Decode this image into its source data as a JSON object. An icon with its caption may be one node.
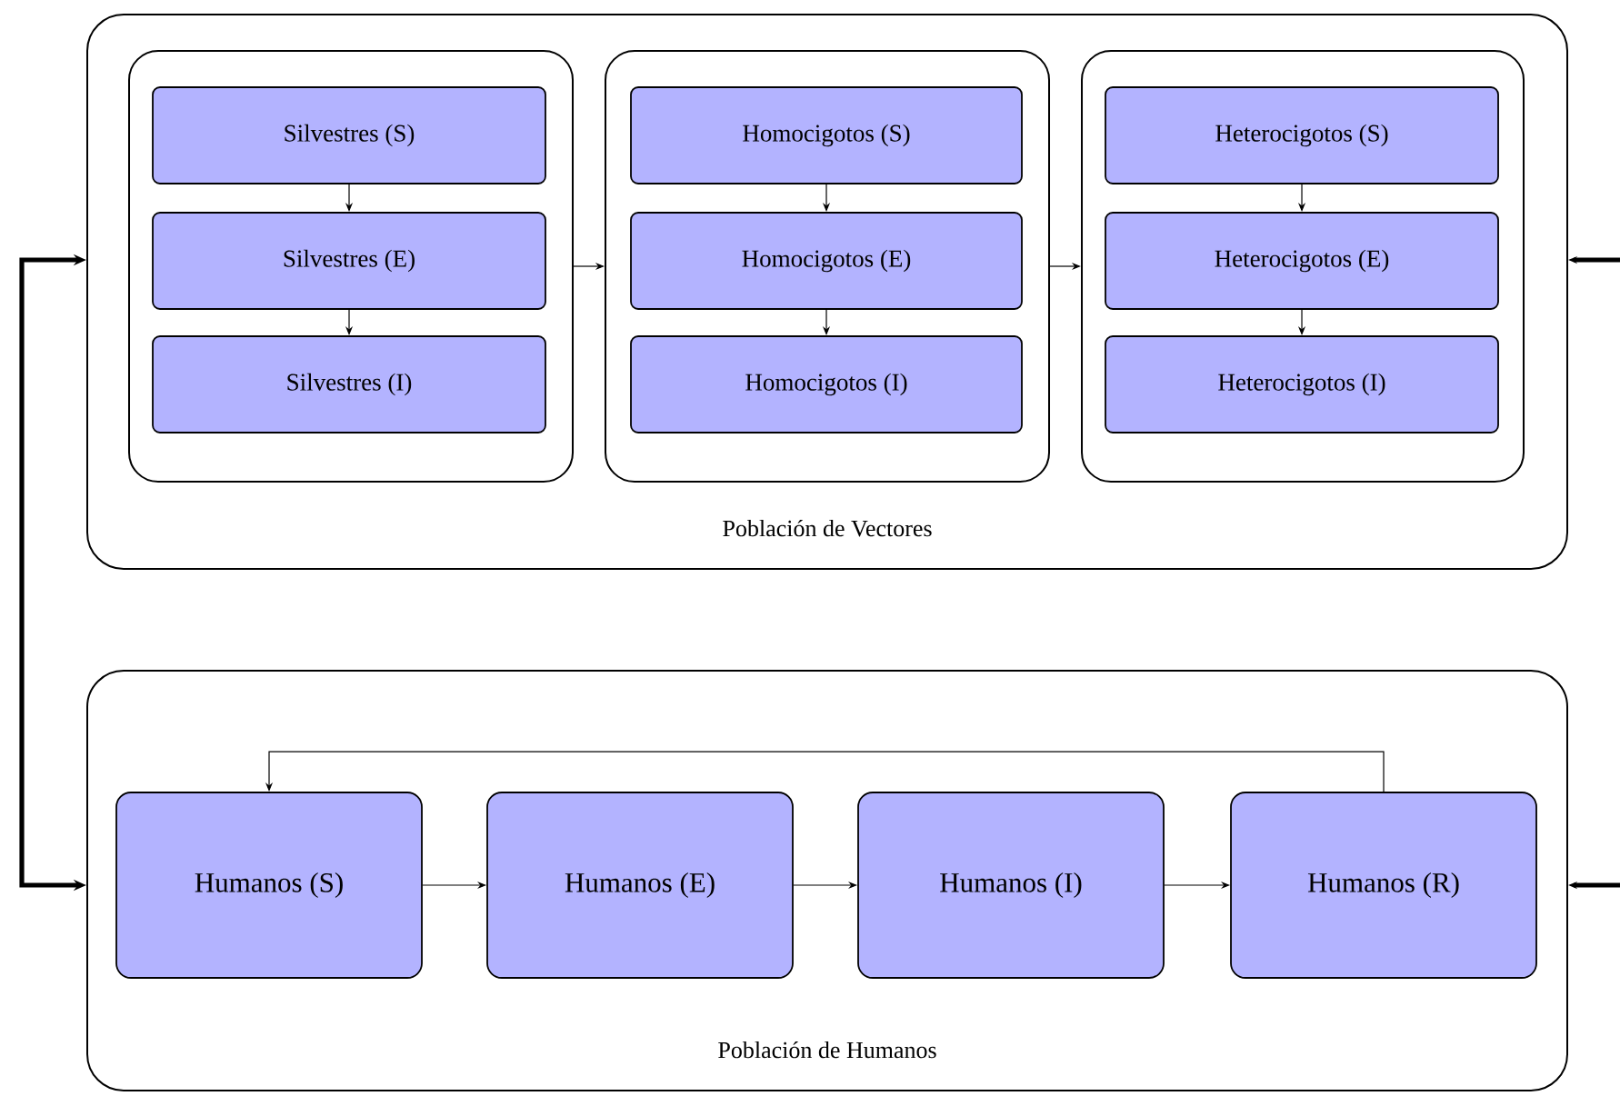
{
  "diagram": {
    "nodes": [
      {
        "text": [
          "Población de Vectores"
        ]
      },
      {
        "text": [],
        "shape": "box",
        "in": 0
      },
      {
        "text": [
          "Silvestres (S)"
        ],
        "in": 1
      },
      {
        "text": [
          "Silvestres (E)"
        ],
        "in": 1
      },
      {
        "text": [
          "Silvestres (I)"
        ],
        "in": 1
      },
      {
        "text": [],
        "shape": "box",
        "in": 0
      },
      {
        "text": [
          "Homocigotos (S)"
        ],
        "in": 5
      },
      {
        "text": [
          "Homocigotos (E)"
        ],
        "in": 5
      },
      {
        "text": [
          "Homocigotos (I)"
        ],
        "in": 5
      },
      {
        "text": [],
        "shape": "box",
        "in": 0
      },
      {
        "text": [
          "Heterocigotos (S)"
        ],
        "in": 9
      },
      {
        "text": [
          "Heterocigotos (E)"
        ],
        "in": 9
      },
      {
        "text": [
          "Heterocigotos (I)"
        ],
        "in": 9
      },
      {
        "text": [
          "Población de Humanos"
        ]
      },
      {
        "text": [
          "Humanos (S)"
        ],
        "in": 13
      },
      {
        "text": [
          "Humanos (E)"
        ],
        "in": 13
      },
      {
        "text": [
          "Humanos (I)"
        ],
        "in": 13
      },
      {
        "text": [
          "Humanos (R)"
        ],
        "in": 13
      }
    ],
    "edges": [
      {
        "from": 2,
        "to": 3,
        "arrow": "to"
      },
      {
        "from": 3,
        "to": 4,
        "arrow": "to"
      },
      {
        "from": 6,
        "to": 7,
        "arrow": "to"
      },
      {
        "from": 7,
        "to": 8,
        "arrow": "to"
      },
      {
        "from": 10,
        "to": 11,
        "arrow": "to"
      },
      {
        "from": 11,
        "to": 12,
        "arrow": "to"
      },
      {
        "from": 1,
        "to": 5,
        "arrow": "to"
      },
      {
        "from": 5,
        "to": 9,
        "arrow": "to"
      },
      {
        "from": 14,
        "to": 15,
        "arrow": "to"
      },
      {
        "from": 15,
        "to": 16,
        "arrow": "to"
      },
      {
        "from": 16,
        "to": 17,
        "arrow": "to"
      },
      {
        "from": 17,
        "to": 14,
        "arrow": "to"
      },
      {
        "from": 0,
        "to": 13,
        "arrow": "both",
        "style": "thick"
      },
      {
        "from": null,
        "to": 0,
        "arrow": "to",
        "style": "thick"
      },
      {
        "from": null,
        "to": 13,
        "arrow": "to",
        "style": "thick"
      }
    ]
  }
}
